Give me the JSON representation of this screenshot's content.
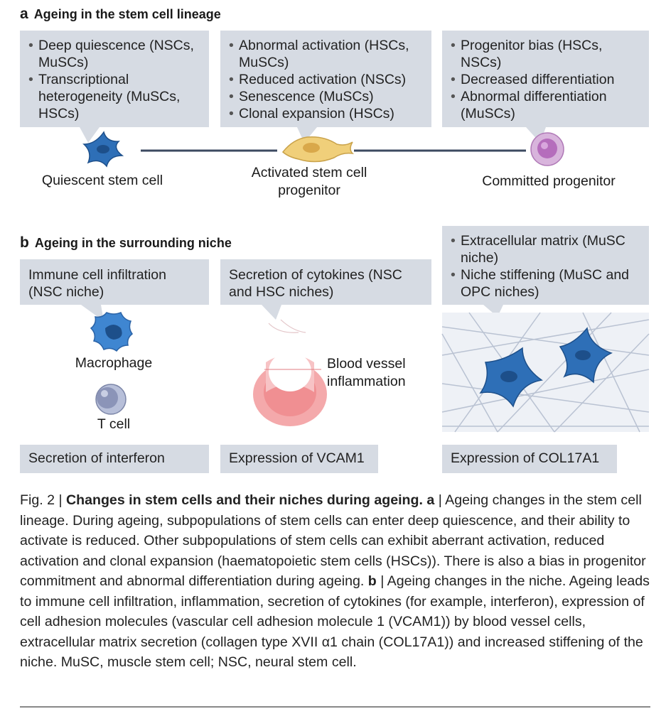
{
  "panel_a": {
    "letter": "a",
    "title": "Ageing in the stem cell lineage",
    "boxes": [
      {
        "items": [
          "Deep quiescence (NSCs, MuSCs)",
          "Transcriptional heterogeneity (MuSCs, HSCs)"
        ]
      },
      {
        "items": [
          "Abnormal activation (HSCs, MuSCs)",
          "Reduced activation (NSCs)",
          "Senescence (MuSCs)",
          "Clonal expansion (HSCs)"
        ]
      },
      {
        "items": [
          "Progenitor bias (HSCs, NSCs)",
          "Decreased differentiation",
          "Abnormal differentiation (MuSCs)"
        ]
      }
    ],
    "cells": [
      {
        "label": "Quiescent stem cell"
      },
      {
        "label": "Activated stem cell progenitor"
      },
      {
        "label": "Committed progenitor"
      }
    ]
  },
  "panel_b": {
    "letter": "b",
    "title": "Ageing in the surrounding niche",
    "top_boxes": [
      {
        "text": "Immune cell infiltration (NSC niche)"
      },
      {
        "text": "Secretion of cytokines (NSC and HSC niches)"
      },
      {
        "items": [
          "Extracellular matrix (MuSC niche)",
          "Niche stiffening (MuSC and OPC niches)"
        ]
      }
    ],
    "labels": {
      "macrophage": "Macrophage",
      "t_cell": "T cell",
      "blood_vessel": "Blood vessel inflammation"
    },
    "bottom_boxes": [
      {
        "text": "Secretion of interferon"
      },
      {
        "text": "Expression of VCAM1"
      },
      {
        "text": "Expression of COL17A1"
      }
    ]
  },
  "caption": {
    "fig_label": "Fig. 2 | ",
    "title": "Changes in stem cells and their niches during ageing.",
    "part_a_letter": " a",
    "part_a_text": " | Ageing changes in the stem cell lineage. During ageing, subpopulations of stem cells can enter deep quiescence, and their ability to activate is reduced. Other subpopulations of stem cells can exhibit aberrant activation, reduced activation and clonal expansion (haematopoietic stem cells (HSCs)). There is also a bias in progenitor commitment and abnormal differentiation during ageing.",
    "part_b_letter": " b",
    "part_b_text": " | Ageing changes in the niche. Ageing leads to immune cell infiltration, inflammation, secretion of cytokines (for example, interferon), expression of cell adhesion molecules (vascular cell adhesion molecule 1 (VCAM1)) by blood vessel cells, extracellular matrix secretion (collagen type XVII α1 chain (COL17A1)) and increased stiffening of the niche. MuSC, muscle stem cell; NSC, neural stem cell."
  },
  "colors": {
    "box_fill": "#d6dbe3",
    "stem_cell_blue": "#2e6fb7",
    "activated_yellow": "#f0cf7a",
    "progenitor_purple": "#c48ac9",
    "vessel_pink": "#f08f92",
    "tcell_grey": "#8b94b8"
  }
}
